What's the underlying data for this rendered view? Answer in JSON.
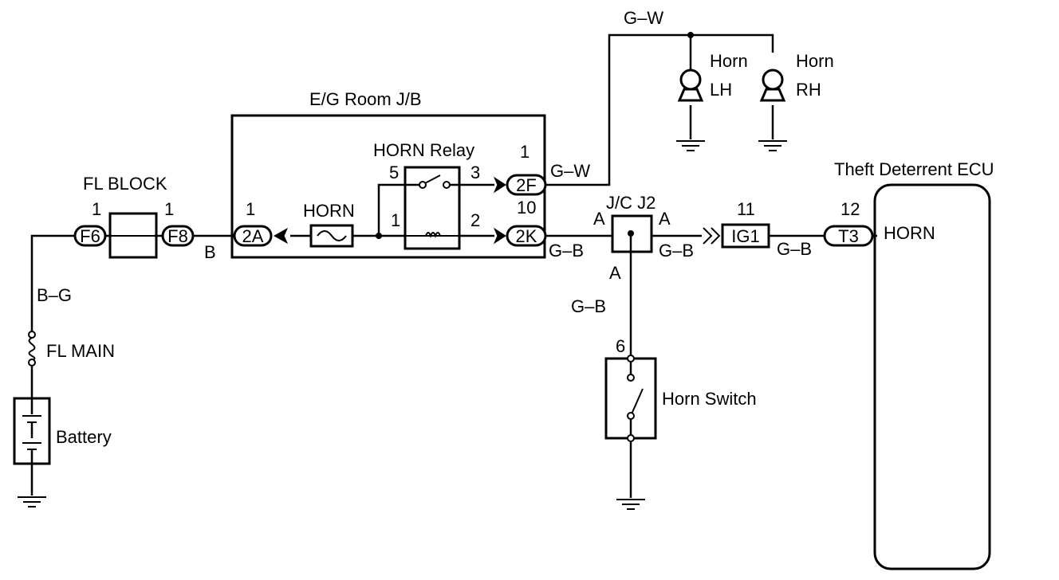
{
  "labels": {
    "eg_room_jb": "E/G Room J/B",
    "horn_relay": "HORN Relay",
    "horn_fuse": "HORN",
    "fl_block": "FL BLOCK",
    "fl_main": "FL MAIN",
    "battery": "Battery",
    "jc_j2": "J/C J2",
    "horn_switch": "Horn Switch",
    "theft_ecu": "Theft Deterrent ECU",
    "ecu_horn": "HORN",
    "horn_word_lh": "Horn",
    "horn_lh": "LH",
    "horn_word_rh": "Horn",
    "horn_rh": "RH"
  },
  "wires": {
    "b_g": "B–G",
    "b": "B",
    "g_w_top": "G–W",
    "g_w_2f": "G–W",
    "g_b_2k": "G–B",
    "g_b_jc": "G–B",
    "g_b_ecu": "G–B",
    "g_b_switch": "G–B"
  },
  "connectors": {
    "f6": "F6",
    "f8": "F8",
    "2a": "2A",
    "2f": "2F",
    "2k": "2K",
    "ig1": "IG1",
    "t3": "T3"
  },
  "pins": {
    "f6": "1",
    "f8": "1",
    "2a": "1",
    "relay_5": "5",
    "relay_3": "3",
    "relay_1": "1",
    "relay_2": "2",
    "2f": "1",
    "2k": "10",
    "ig1": "11",
    "t3": "12",
    "switch": "6",
    "jc_left": "A",
    "jc_right": "A",
    "jc_bottom": "A"
  },
  "colors": {
    "ink": "#000000",
    "background": "#ffffff"
  }
}
